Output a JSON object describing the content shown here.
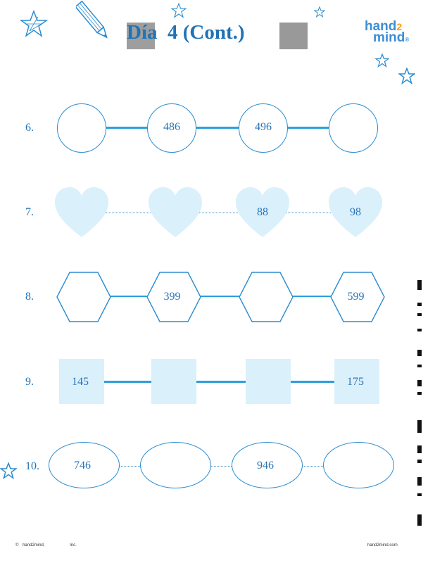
{
  "header": {
    "title": "Día  4 (Cont.)",
    "logo_hand": "hand",
    "logo_two": "2",
    "logo_mind": "mind",
    "logo_tm": "®"
  },
  "rows": [
    {
      "number": "6.",
      "shape": "circle",
      "values": [
        "",
        "486",
        "496",
        ""
      ]
    },
    {
      "number": "7.",
      "shape": "heart",
      "values": [
        "",
        "",
        "88",
        "98"
      ]
    },
    {
      "number": "8.",
      "shape": "hexagon",
      "values": [
        "",
        "399",
        "",
        "599"
      ]
    },
    {
      "number": "9.",
      "shape": "square",
      "values": [
        "145",
        "",
        "",
        "175"
      ]
    },
    {
      "number": "10.",
      "shape": "oval",
      "values": [
        "746",
        "",
        "946",
        ""
      ]
    }
  ],
  "footer": {
    "copyright_symbol": "©",
    "publisher": "hand2mind,",
    "inc": "Inc.",
    "website": "hand2mind.com"
  },
  "colors": {
    "title_blue": "#1f73b7",
    "shape_blue": "#2a8dd1",
    "fill_light": "#daf0fb",
    "logo_orange": "#f29b1d"
  },
  "icons": [
    "star-icon",
    "pencil-icon"
  ]
}
